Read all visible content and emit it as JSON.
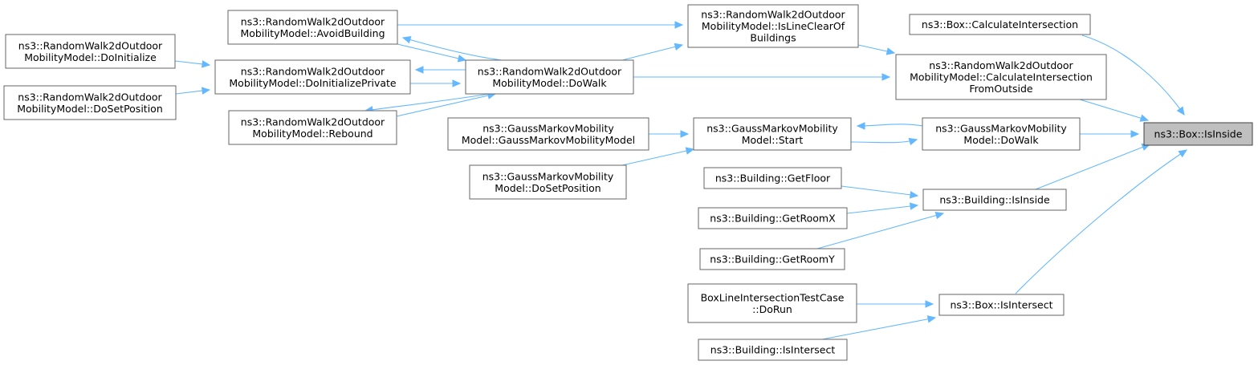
{
  "colors": {
    "edge": "#63b8ff",
    "node_border": "#666666",
    "root_fill": "#bfbfbf"
  },
  "nodes": {
    "box_isinside": [
      "ns3::Box::IsInside"
    ],
    "box_calcint": [
      "ns3::Box::CalculateIntersection"
    ],
    "rw_calcint_out": [
      "ns3::RandomWalk2dOutdoor",
      "MobilityModel::CalculateIntersection",
      "FromOutside"
    ],
    "gm_dowalk": [
      "ns3::GaussMarkovMobility",
      "Model::DoWalk"
    ],
    "building_isinside": [
      "ns3::Building::IsInside"
    ],
    "box_isintersect": [
      "ns3::Box::IsIntersect"
    ],
    "rw_islineclear": [
      "ns3::RandomWalk2dOutdoor",
      "MobilityModel::IsLineClearOf",
      "Buildings"
    ],
    "rw_dowalk": [
      "ns3::RandomWalk2dOutdoor",
      "MobilityModel::DoWalk"
    ],
    "gm_start": [
      "ns3::GaussMarkovMobility",
      "Model::Start"
    ],
    "building_getfloor": [
      "ns3::Building::GetFloor"
    ],
    "building_getroomx": [
      "ns3::Building::GetRoomX"
    ],
    "building_getroomy": [
      "ns3::Building::GetRoomY"
    ],
    "boxline_dorun": [
      "BoxLineIntersectionTestCase",
      "::DoRun"
    ],
    "building_isintersect": [
      "ns3::Building::IsIntersect"
    ],
    "rw_avoidbuilding": [
      "ns3::RandomWalk2dOutdoor",
      "MobilityModel::AvoidBuilding"
    ],
    "rw_doinitprivate": [
      "ns3::RandomWalk2dOutdoor",
      "MobilityModel::DoInitializePrivate"
    ],
    "rw_rebound": [
      "ns3::RandomWalk2dOutdoor",
      "MobilityModel::Rebound"
    ],
    "gm_ctor": [
      "ns3::GaussMarkovMobility",
      "Model::GaussMarkovMobilityModel"
    ],
    "gm_dosetpos": [
      "ns3::GaussMarkovMobility",
      "Model::DoSetPosition"
    ],
    "rw_doinit": [
      "ns3::RandomWalk2dOutdoor",
      "MobilityModel::DoInitialize"
    ],
    "rw_dosetpos": [
      "ns3::RandomWalk2dOutdoor",
      "MobilityModel::DoSetPosition"
    ]
  }
}
